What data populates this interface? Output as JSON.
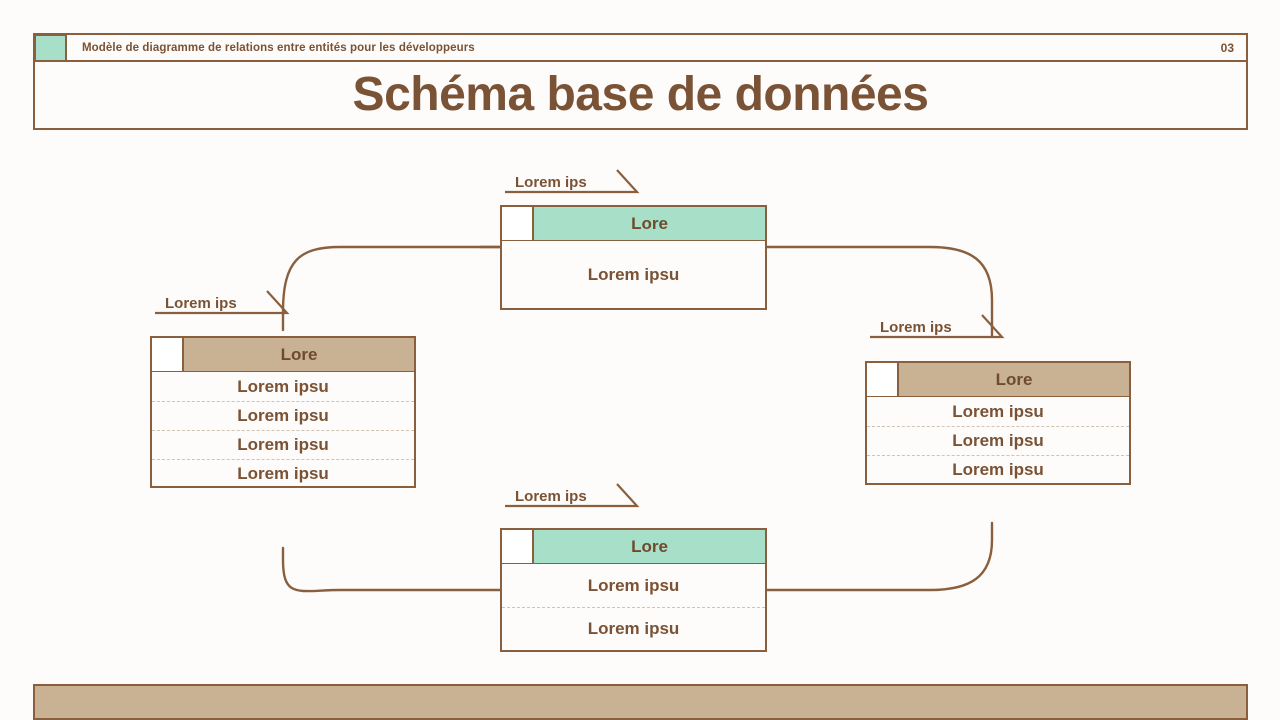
{
  "header": {
    "subtitle": "Modèle de diagramme de relations entre entités pour les développeurs",
    "page_number": "03",
    "accent_color": "#a8dfc8",
    "border_color": "#8a5f3d",
    "text_color": "#7a5235"
  },
  "title": {
    "text": "Schéma base de données"
  },
  "colors": {
    "background": "#fdfcfa",
    "brown": "#8a5f3d",
    "brown_text": "#7a5235",
    "mint": "#a8dfc8",
    "tan": "#c9b294",
    "dashed": "#cfc3b4"
  },
  "entities": [
    {
      "id": "top",
      "tag_label": "Lorem ips",
      "header_label": "Lore",
      "header_color": "mint",
      "rows": [
        "Lorem ipsu"
      ]
    },
    {
      "id": "left",
      "tag_label": "Lorem ips",
      "header_label": "Lore",
      "header_color": "tan",
      "rows": [
        "Lorem ipsu",
        "Lorem ipsu",
        "Lorem ipsu",
        "Lorem ipsu"
      ]
    },
    {
      "id": "right",
      "tag_label": "Lorem ips",
      "header_label": "Lore",
      "header_color": "tan",
      "rows": [
        "Lorem ipsu",
        "Lorem ipsu",
        "Lorem ipsu"
      ]
    },
    {
      "id": "bottom",
      "tag_label": "Lorem ips",
      "header_label": "Lore",
      "header_color": "mint",
      "rows": [
        "Lorem ipsu",
        "Lorem ipsu"
      ]
    }
  ],
  "footer": {
    "color": "#c9b294"
  }
}
